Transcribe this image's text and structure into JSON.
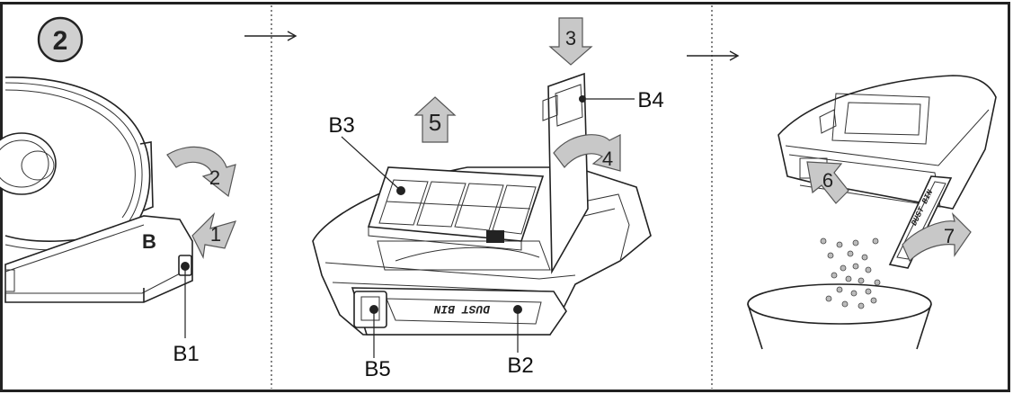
{
  "step_badge": "2",
  "labels": {
    "B": "B",
    "B1": "B1",
    "B2": "B2",
    "B3": "B3",
    "B4": "B4",
    "B5": "B5",
    "dust_bin": "DUST BIN",
    "dust_bin_side": "DUST BIN"
  },
  "steps": [
    "1",
    "2",
    "3",
    "4",
    "5",
    "6",
    "7"
  ],
  "colors": {
    "line": "#222222",
    "arrow_fill": "#c8c8c8",
    "badge_fill": "#d0d0d0",
    "frame": "#222222"
  }
}
